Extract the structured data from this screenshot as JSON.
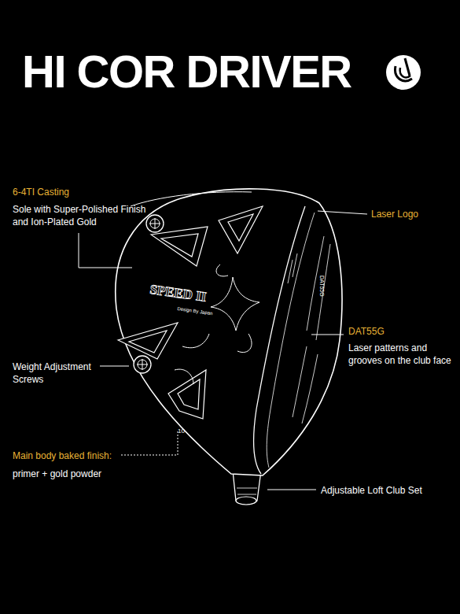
{
  "diagram": {
    "title": "HI COR DRIVER",
    "labels": [
      "6-4TI Casting",
      "Sole with Super-Polished Finish and Ion-Plated Gold",
      "Laser Logo",
      "DAT55G",
      "Laser patterns and grooves on the club face",
      "Weight Adjustment Screws",
      "Main body baked finish:",
      "primer + gold powder",
      "Adjustable Loft Club Set",
      "SPEED II",
      "Design By Japan",
      "10",
      "DAT55G"
    ]
  }
}
